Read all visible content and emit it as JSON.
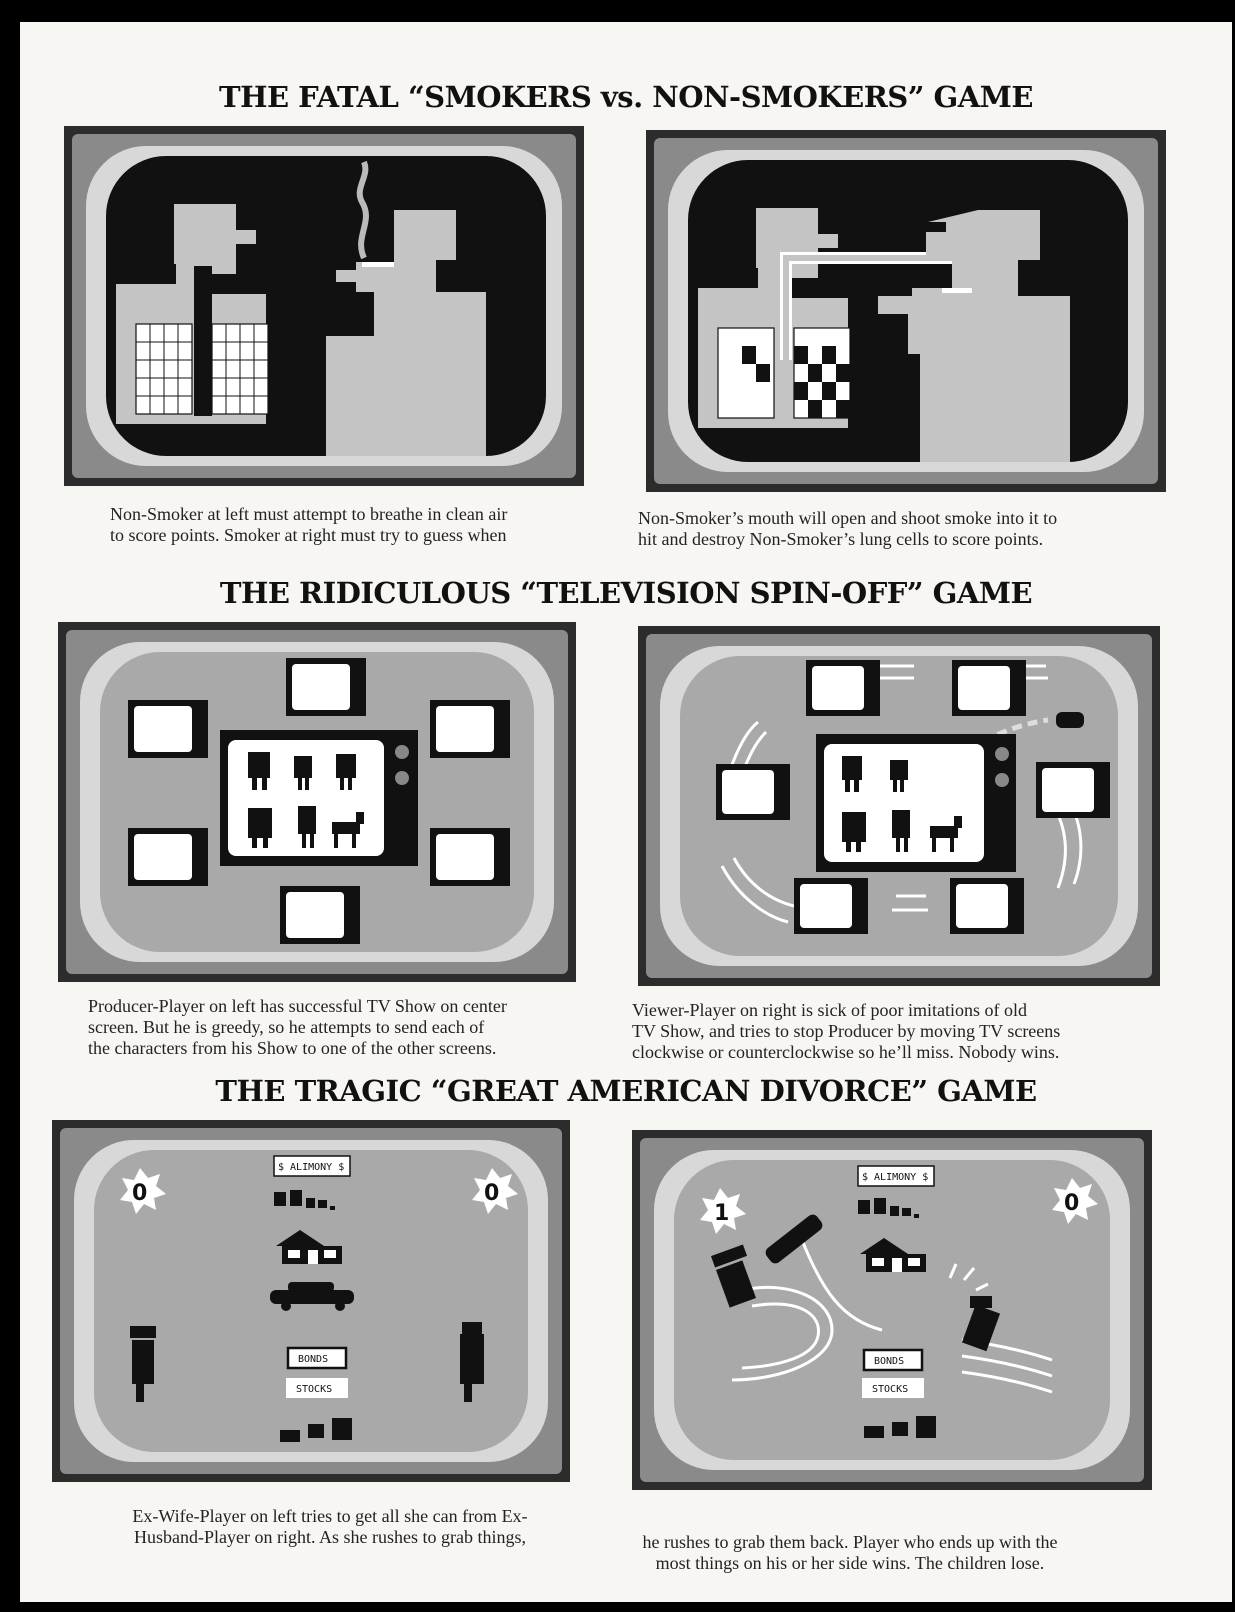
{
  "titles": {
    "game1": "THE FATAL “SMOKERS vs. NON-SMOKERS” GAME",
    "game2": "THE RIDICULOUS “TELEVISION SPIN-OFF” GAME",
    "game3": "THE TRAGIC “GREAT AMERICAN DIVORCE” GAME"
  },
  "captions": {
    "game1_left_1": "Non-Smoker at left must attempt to breathe in clean air",
    "game1_left_2": "to score points. Smoker at right must try to guess when",
    "game1_right_1": "Non-Smoker’s mouth will open and shoot smoke into it to",
    "game1_right_2": "hit and destroy Non-Smoker’s lung cells to score points.",
    "game2_left_1": "Producer-Player on left has successful TV Show on center",
    "game2_left_2": "screen. But he is greedy, so he attempts to send each of",
    "game2_left_3": "the characters from his Show to one of the other screens.",
    "game2_right_1": "Viewer-Player on right is sick of poor imitations of old",
    "game2_right_2": "TV Show, and tries to stop Producer by moving TV screens",
    "game2_right_3": "clockwise or counterclockwise so he’ll miss. Nobody wins.",
    "game3_left_1": "Ex-Wife-Player on left tries to get all she can from Ex-",
    "game3_left_2": "Husband-Player on right. As she rushes to grab things,",
    "game3_right_1": "he rushes to grab them back. Player who ends up with the",
    "game3_right_2": "most things on his or her side wins. The children lose."
  },
  "divorce_left": {
    "alimony": "$ ALIMONY $",
    "bonds": "BONDS",
    "stocks": "STOCKS",
    "score_left": "0",
    "score_right": "0"
  },
  "divorce_right": {
    "alimony": "$ ALIMONY $",
    "bonds": "BONDS",
    "stocks": "STOCKS",
    "score_left": "1",
    "score_right": "0"
  },
  "colors": {
    "screen_dark": "#111111",
    "screen_gray": "#a9a9a9",
    "silhouette": "#c4c4c4",
    "paper": "#f7f6f2"
  }
}
